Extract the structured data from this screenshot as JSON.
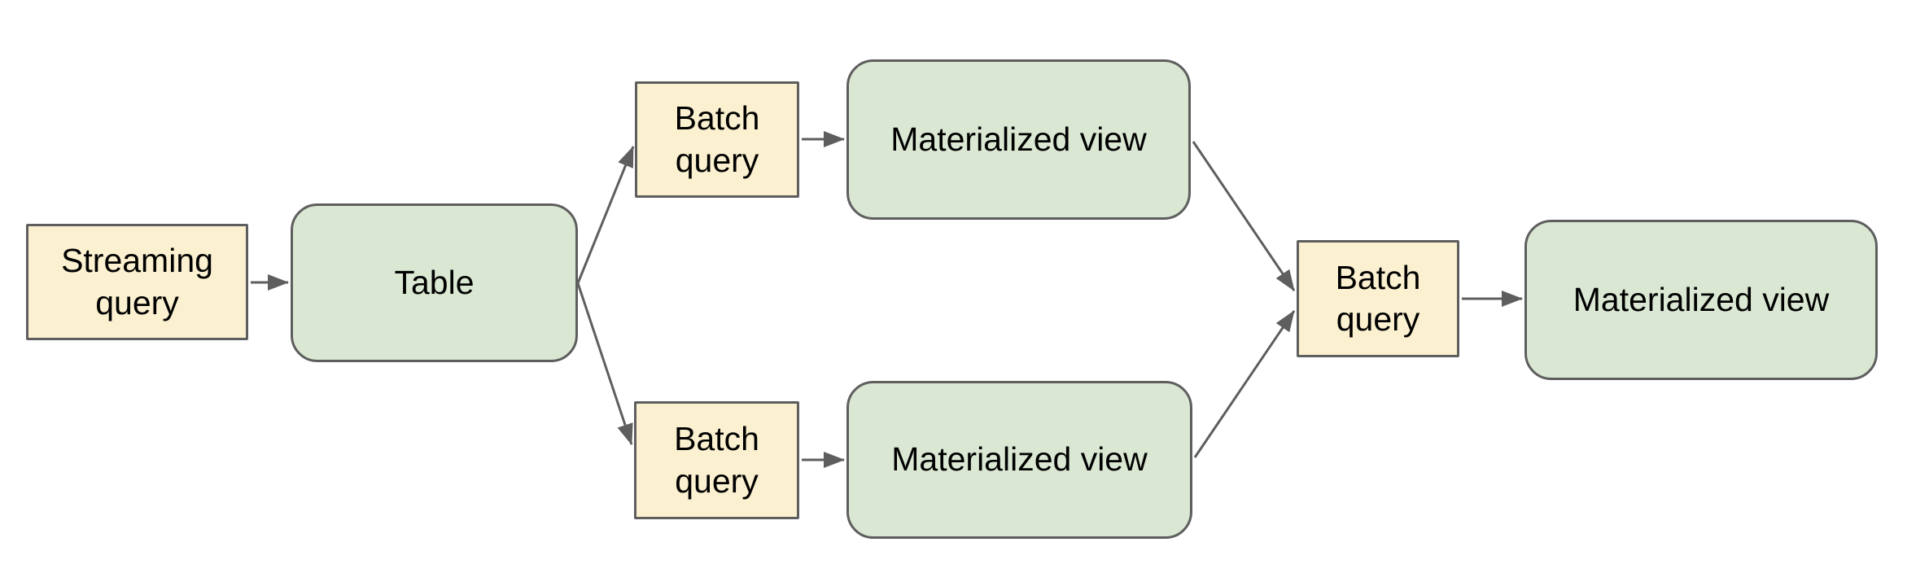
{
  "diagram": {
    "colors": {
      "canvas_bg": "#ffffff",
      "query_fill": "#fbf1d0",
      "store_fill": "#dae8d3",
      "node_border": "#5e5e5e",
      "arrow": "#5e5e5e",
      "text": "#000000"
    },
    "nodes": [
      {
        "id": "streaming-query",
        "label": "Streaming query",
        "kind": "query"
      },
      {
        "id": "table",
        "label": "Table",
        "kind": "store"
      },
      {
        "id": "batch-query-top",
        "label": "Batch query",
        "kind": "query"
      },
      {
        "id": "materialized-view-top",
        "label": "Materialized view",
        "kind": "store"
      },
      {
        "id": "batch-query-bottom",
        "label": "Batch query",
        "kind": "query"
      },
      {
        "id": "materialized-view-bottom",
        "label": "Materialized view",
        "kind": "store"
      },
      {
        "id": "batch-query-right",
        "label": "Batch query",
        "kind": "query"
      },
      {
        "id": "materialized-view-right",
        "label": "Materialized view",
        "kind": "store"
      }
    ],
    "edges": [
      {
        "from": "streaming-query",
        "to": "table"
      },
      {
        "from": "table",
        "to": "batch-query-top"
      },
      {
        "from": "batch-query-top",
        "to": "materialized-view-top"
      },
      {
        "from": "materialized-view-top",
        "to": "batch-query-right"
      },
      {
        "from": "table",
        "to": "batch-query-bottom"
      },
      {
        "from": "batch-query-bottom",
        "to": "materialized-view-bottom"
      },
      {
        "from": "materialized-view-bottom",
        "to": "batch-query-right"
      },
      {
        "from": "batch-query-right",
        "to": "materialized-view-right"
      }
    ]
  }
}
